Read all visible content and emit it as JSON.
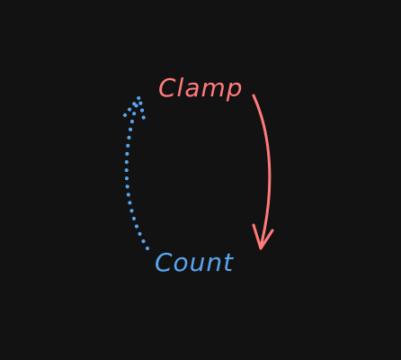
{
  "diagram": {
    "nodes": [
      {
        "id": "clamp",
        "label": "Clamp",
        "color": "#ff7b7b"
      },
      {
        "id": "count",
        "label": "Count",
        "color": "#5aa5f0"
      }
    ],
    "edges": [
      {
        "from": "clamp",
        "to": "count",
        "style": "solid",
        "color": "#ff7b7b"
      },
      {
        "from": "count",
        "to": "clamp",
        "style": "dotted",
        "color": "#5aa5f0"
      }
    ]
  }
}
